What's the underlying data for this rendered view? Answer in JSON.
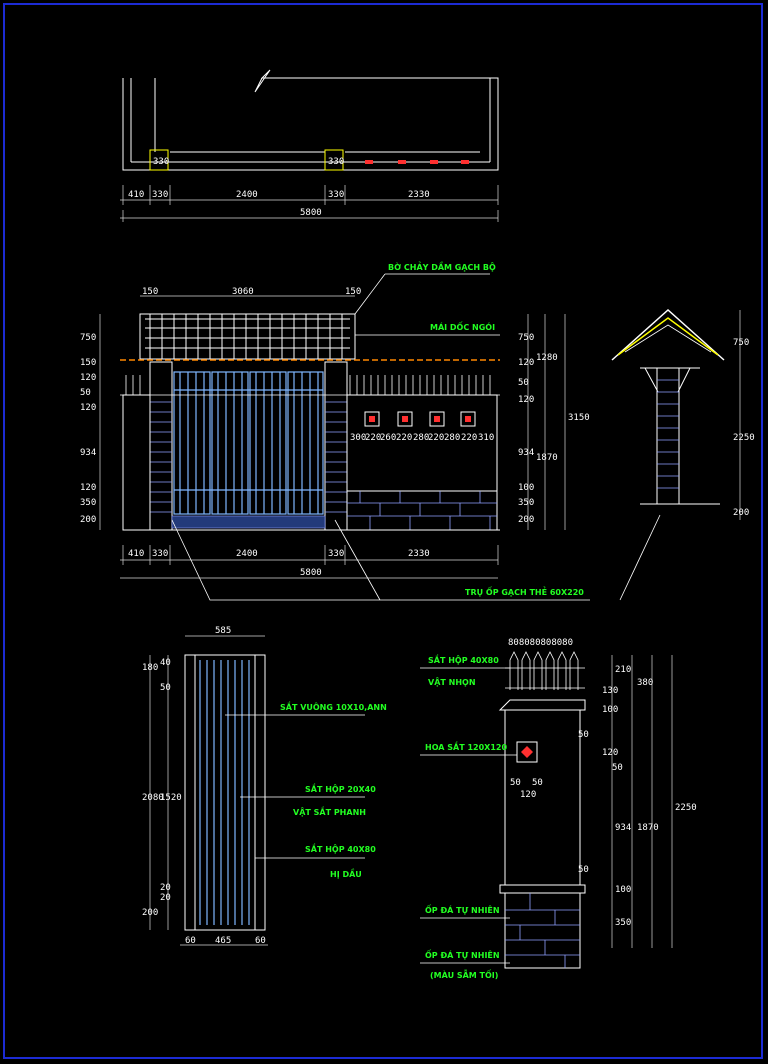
{
  "plan": {
    "dims_bottom": [
      "410",
      "330",
      "2400",
      "330",
      "2330"
    ],
    "total": "5800",
    "pier_labels": [
      "330",
      "330"
    ]
  },
  "elevation": {
    "top_dims": [
      "150",
      "3060",
      "150"
    ],
    "bottom_dims": [
      "410",
      "330",
      "2400",
      "330",
      "2330"
    ],
    "total": "5800",
    "left_dims": [
      "750",
      "150",
      "120",
      "50",
      "120",
      "934",
      "120",
      "350",
      "200"
    ],
    "right_dims_a": [
      "750",
      "120",
      "50",
      "120",
      "934",
      "100",
      "350",
      "200"
    ],
    "right_dims_b": [
      "1280",
      "1870"
    ],
    "overall": "3150",
    "grille_dims": [
      "300",
      "220",
      "260",
      "220",
      "280",
      "220",
      "280",
      "220",
      "310"
    ],
    "labels": {
      "roof_top": "BỜ CHẢY DẦM GẠCH BỘ",
      "roof": "MÁI DỐC NGÓI",
      "base": "TRỤ ỐP GẠCH THẺ 60X220"
    }
  },
  "side_section": {
    "dims": [
      "750",
      "2250",
      "200"
    ]
  },
  "gate_detail": {
    "top_dim": "585",
    "left_dims_outer": [
      "180",
      "2080",
      "200"
    ],
    "left_dims_inner": [
      "40",
      "50",
      "1520",
      "20",
      "20"
    ],
    "bottom_dims": [
      "60",
      "465",
      "60"
    ],
    "labels": [
      "SẮT VUÔNG 10X10,ANN",
      "SẮT HỘP 20X40",
      "VẬT SẮT PHANH",
      "SẮT HỘP 40X80",
      "HỊ DẦU"
    ]
  },
  "pier_detail": {
    "top_dims": "808080808080",
    "inner_dims": [
      "50",
      "50",
      "120",
      "50",
      "50"
    ],
    "right_dims_a": [
      "210",
      "130",
      "100",
      "120",
      "50",
      "934",
      "100",
      "350"
    ],
    "right_dims_b": [
      "380",
      "1870"
    ],
    "overall": "2250",
    "labels": [
      "SẮT HỘP 40X80",
      "VẬT NHỌN",
      "HOA SẮT 120X120",
      "ỐP ĐÁ TỰ NHIÊN",
      "ỐP ĐÁ TỰ NHIÊN",
      "(MÀU SẪM TỐI)"
    ]
  },
  "colors": {
    "border": "#1c2bd4",
    "lines": "#ffffff",
    "labels": "#22ff22",
    "brick": "#8fa0ff",
    "rail": "#7fb6ff"
  }
}
